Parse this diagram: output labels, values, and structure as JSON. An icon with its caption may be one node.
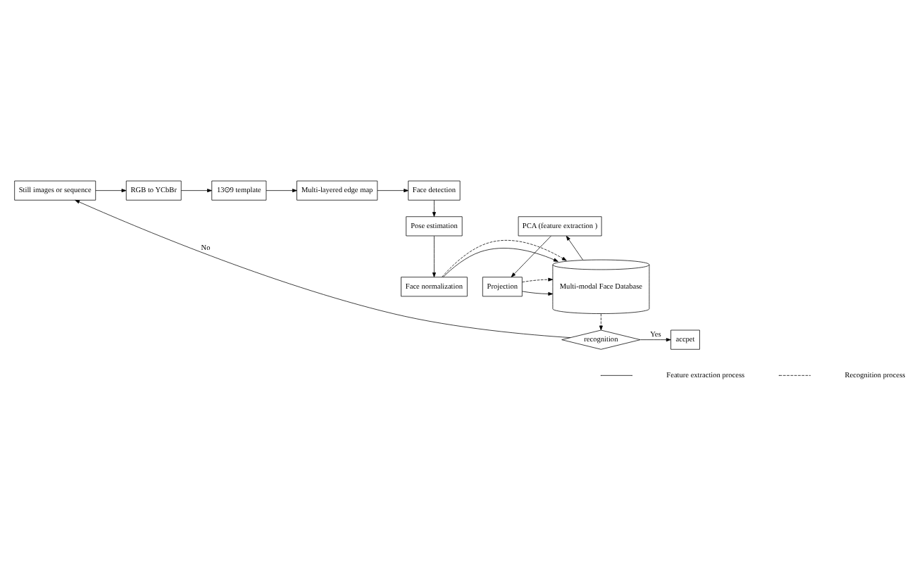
{
  "diagram": {
    "nodes": [
      {
        "text": [
          "Still images or sequence"
        ]
      },
      {
        "text": [
          "RGB to YCbBr"
        ]
      },
      {
        "text": [
          "13⊙9 template"
        ]
      },
      {
        "text": [
          "Multi-layered edge map"
        ]
      },
      {
        "text": [
          "Face detection"
        ]
      },
      {
        "text": [
          "PCA (feature extraction )"
        ]
      },
      {
        "text": [
          "Multi-modal Face Database"
        ]
      },
      {
        "text": [
          "Pose estimation"
        ]
      },
      {
        "text": [
          "Projection"
        ]
      },
      {
        "text": [
          "Face normalization"
        ]
      },
      {
        "text": [
          "recognition"
        ]
      },
      {
        "text": [
          "accpet"
        ]
      }
    ],
    "edges": [
      {
        "from": 0,
        "to": 1,
        "arrow": "to"
      },
      {
        "from": 1,
        "to": 2,
        "arrow": "to"
      },
      {
        "from": 2,
        "to": 3,
        "arrow": "to"
      },
      {
        "from": 3,
        "to": 4,
        "arrow": "to"
      },
      {
        "from": 4,
        "to": 7,
        "arrow": "to"
      },
      {
        "from": 7,
        "to": 9,
        "arrow": "to"
      },
      {
        "from": 6,
        "to": 5,
        "arrow": "to"
      },
      {
        "from": 5,
        "to": 8,
        "arrow": "to"
      },
      {
        "from": 8,
        "to": 6,
        "arrow": "to"
      },
      {
        "from": 8,
        "to": 6,
        "arrow": "to",
        "style": "dashed"
      },
      {
        "from": 9,
        "to": 6,
        "arrow": "to"
      },
      {
        "from": 9,
        "to": 6,
        "arrow": "to",
        "style": "dashed"
      },
      {
        "from": 6,
        "to": 10,
        "arrow": "to",
        "style": "dashed"
      },
      {
        "from": 10,
        "to": 11,
        "arrow": "to",
        "label": "Yes"
      },
      {
        "from": 10,
        "to": 0,
        "arrow": "to",
        "label": "No"
      }
    ],
    "legend": [
      {
        "text": "Feature extraction process"
      },
      {
        "text": "Recognition process"
      }
    ]
  }
}
